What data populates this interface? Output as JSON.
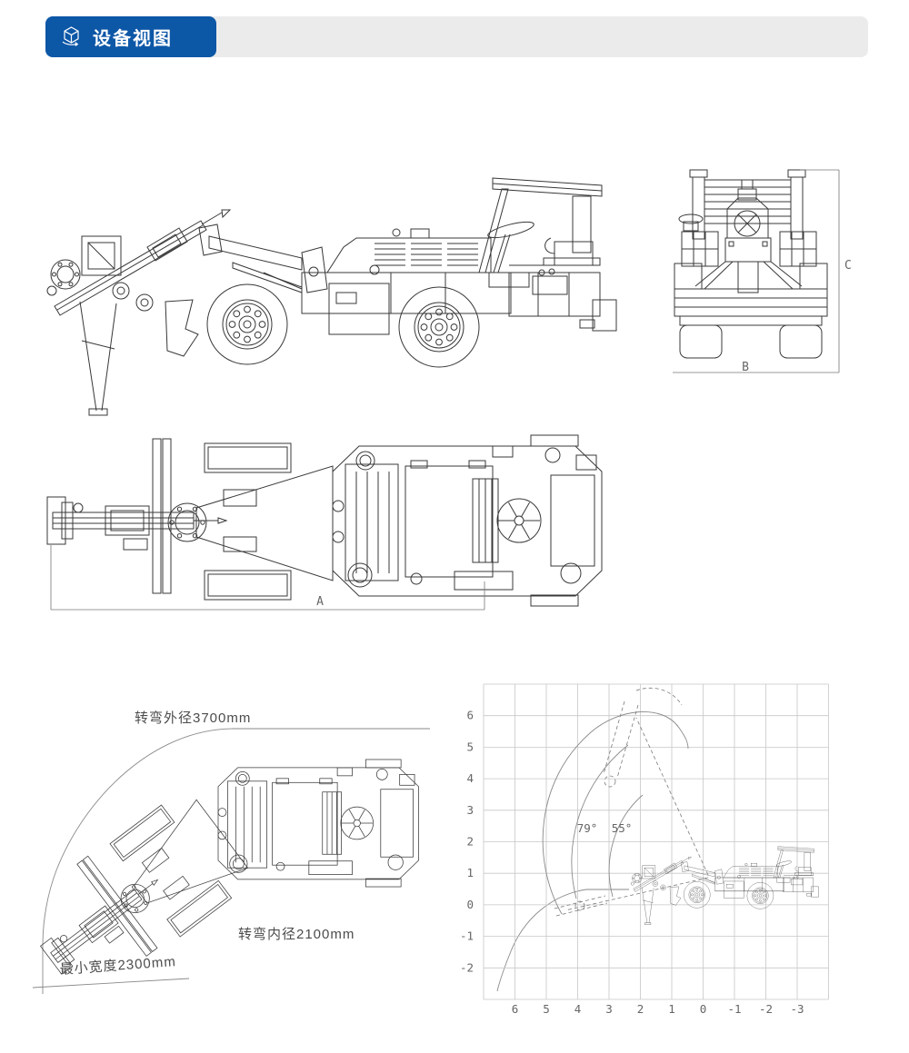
{
  "header": {
    "title": "设备视图",
    "icon": "cube-3d-view-icon",
    "badge_color": "#0d57a7",
    "strip_color": "#ebebeb"
  },
  "dimension_labels": {
    "length": "A",
    "width": "B",
    "height": "C"
  },
  "turning_diagram": {
    "outer_diameter": "转弯外径3700mm",
    "inner_diameter": "转弯内径2100mm",
    "min_width": "最小宽度2300mm"
  },
  "chart_data": {
    "type": "line",
    "title": "",
    "x_ticks": [
      "6",
      "5",
      "4",
      "3",
      "2",
      "1",
      "0",
      "-1",
      "-2",
      "-3"
    ],
    "y_ticks": [
      "6",
      "5",
      "4",
      "3",
      "2",
      "1",
      "0",
      "-1",
      "-2"
    ],
    "x_axis_reversed": true,
    "grid": true,
    "annotations": [
      "79°",
      "55°"
    ],
    "series": [
      {
        "name": "boom-envelope-outer",
        "points": [
          [
            4.5,
            -0.3
          ],
          [
            4.8,
            3.3
          ],
          [
            1.8,
            6.0
          ],
          [
            0.5,
            5.0
          ]
        ]
      },
      {
        "name": "boom-swing-arc",
        "label": "79°"
      },
      {
        "name": "feed-swing-arc",
        "label": "55°"
      }
    ],
    "boom_pivot": [
      0,
      1
    ]
  }
}
